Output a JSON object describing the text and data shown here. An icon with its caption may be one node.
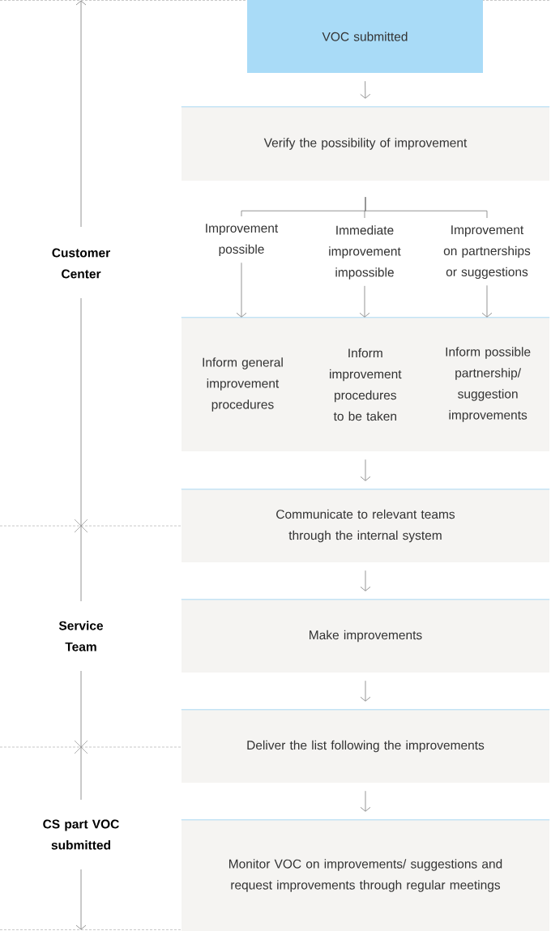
{
  "diagram": {
    "nodes": [
      {
        "text": [
          "VOC submitted"
        ]
      },
      {
        "text": [
          "Verify the possibility of improvement"
        ]
      },
      {
        "text": [
          "Improvement possible"
        ]
      },
      {
        "text": [
          "Immediate improvement impossible"
        ]
      },
      {
        "text": [
          "Improvement on partnerships or suggestions"
        ]
      },
      {
        "text": [],
        "shape": "box"
      },
      {
        "text": [
          "Inform general improvement procedures"
        ],
        "in": 5
      },
      {
        "text": [
          "Inform improvement procedures to be taken"
        ],
        "in": 5
      },
      {
        "text": [
          "Inform possible partnership/ suggestion improvements"
        ],
        "in": 5
      },
      {
        "text": [
          "Communicate to relevant teams through the internal system"
        ]
      },
      {
        "text": [
          "Make improvements"
        ]
      },
      {
        "text": [
          "Deliver the list following the improvements"
        ]
      },
      {
        "text": [
          "Monitor VOC on improvements/ suggestions and request improvements through regular meetings"
        ]
      }
    ],
    "edges": [
      {
        "from": 0,
        "to": 1,
        "arrow": "to"
      },
      {
        "from": 1,
        "to": 2,
        "arrow": "none"
      },
      {
        "from": 1,
        "to": 3,
        "arrow": "none"
      },
      {
        "from": 1,
        "to": 4,
        "arrow": "none"
      },
      {
        "from": 2,
        "to": 5,
        "arrow": "to"
      },
      {
        "from": 3,
        "to": 5,
        "arrow": "to"
      },
      {
        "from": 4,
        "to": 5,
        "arrow": "to"
      },
      {
        "from": 5,
        "to": 9,
        "arrow": "to"
      },
      {
        "from": 9,
        "to": 10,
        "arrow": "to"
      },
      {
        "from": 10,
        "to": 11,
        "arrow": "to"
      },
      {
        "from": 11,
        "to": 12,
        "arrow": "to"
      }
    ],
    "labels": [
      "Customer Center",
      "Service Team",
      "CS part VOC submitted"
    ]
  }
}
